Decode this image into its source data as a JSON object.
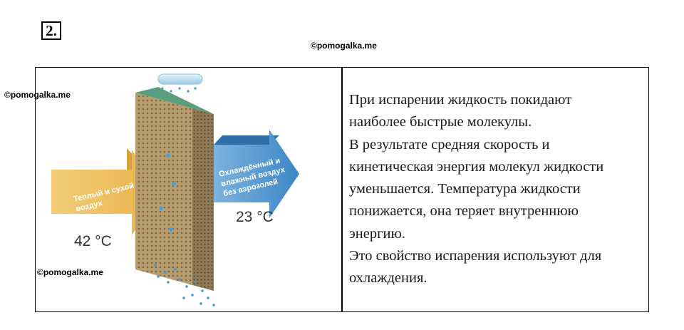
{
  "task_number": "2.",
  "watermark": "©pomogalka.me",
  "illustration": {
    "warm_air_label": [
      "Теплый и сухой",
      "воздух"
    ],
    "cool_air_label": [
      "Охлаждённый и",
      "влажный воздух",
      "без аэрозолей"
    ],
    "temp_in": "42 °C",
    "temp_out": "23 °C",
    "colors": {
      "warm_arrow": "#f0c060",
      "cool_arrow": "#4a95d0",
      "pad": "#b49a6a",
      "pad_top": "#5b9e7d"
    }
  },
  "text_lines": [
    "При испарении жидкость покидают",
    "наиболее быстрые молекулы.",
    "В результате средняя скорость и",
    "кинетическая энергия молекул жидкости",
    "уменьшается. Температура жидкости",
    "понижается, она теряет внутреннюю",
    "энергию.",
    "Это свойство испарения используют для",
    "охлаждения."
  ]
}
